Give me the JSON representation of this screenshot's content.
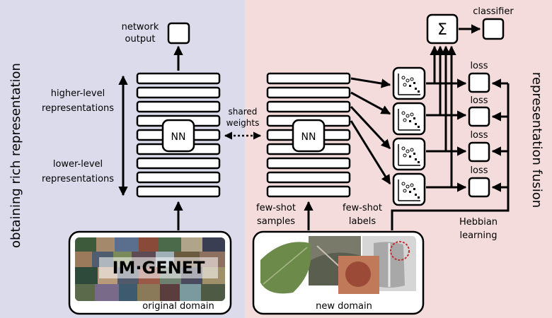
{
  "colors": {
    "left_panel": "#dcdbec",
    "right_panel": "#f4dcdc",
    "stroke": "#000000",
    "node_fill": "#ffffff"
  },
  "left": {
    "side_title": "obtaining rich representation",
    "network_output": [
      "network",
      "output"
    ],
    "higher_level": [
      "higher-level",
      "representations"
    ],
    "lower_level": [
      "lower-level",
      "representations"
    ],
    "nn_label": "NN",
    "dataset_logo": "IM·GENET",
    "domain_label": "original domain"
  },
  "middle": {
    "shared_weights": [
      "shared",
      "weights"
    ]
  },
  "right": {
    "side_title": "representation fusion",
    "nn_label": "NN",
    "few_shot_samples": [
      "few-shot",
      "samples"
    ],
    "few_shot_labels": [
      "few-shot",
      "labels"
    ],
    "domain_label": "new domain",
    "sum_symbol": "Σ",
    "classifier": "classifier",
    "loss_labels": [
      "loss",
      "loss",
      "loss",
      "loss"
    ],
    "hebbian": [
      "Hebbian",
      "learning"
    ]
  }
}
